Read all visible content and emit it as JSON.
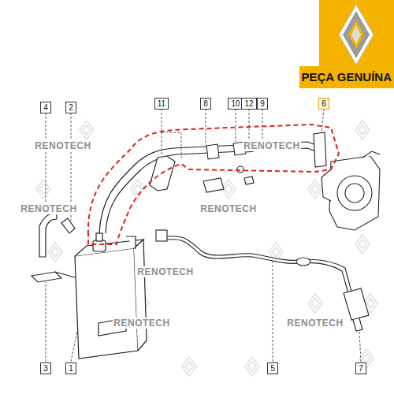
{
  "diagram": {
    "nodes": [
      {
        "text": [
          "PEÇA GENUÍNA"
        ]
      },
      {
        "text": [
          "4"
        ]
      },
      {
        "text": [
          "2"
        ]
      },
      {
        "text": [
          "11"
        ]
      },
      {
        "text": [
          "8"
        ]
      },
      {
        "text": [
          "10"
        ]
      },
      {
        "text": [
          "12"
        ]
      },
      {
        "text": [
          "9"
        ]
      },
      {
        "text": [
          "6"
        ]
      },
      {
        "text": [
          "3"
        ]
      },
      {
        "text": [
          "1"
        ]
      },
      {
        "text": [
          "5"
        ]
      },
      {
        "text": [
          "7"
        ]
      }
    ],
    "labels": [
      "RENOTECH",
      "RENOTECH",
      "RENOTECH",
      "RENOTECH",
      "RENOTECH",
      "RENOTECH",
      "RENOTECH"
    ]
  }
}
